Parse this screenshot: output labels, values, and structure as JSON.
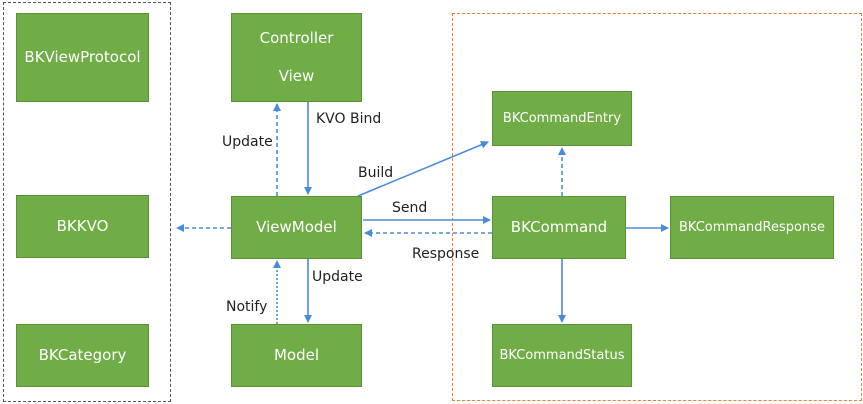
{
  "colors": {
    "node_fill": "#70AD47",
    "arrow": "#4A8BDF",
    "left_group_border": "#555555",
    "right_group_border": "#ED7D31"
  },
  "nodes": {
    "bk_view_protocol": "BKViewProtocol",
    "bkkvo": "BKKVO",
    "bk_category": "BKCategory",
    "controller_line1": "Controller",
    "controller_line2": "View",
    "view_model": "ViewModel",
    "model": "Model",
    "bk_command_entry": "BKCommandEntry",
    "bk_command": "BKCommand",
    "bk_command_response": "BKCommandResponse",
    "bk_command_status": "BKCommandStatus"
  },
  "edges": {
    "update_top": "Update",
    "kvo_bind": "KVO Bind",
    "build": "Build",
    "send": "Send",
    "response": "Response",
    "update_bottom": "Update",
    "notify": "Notify"
  }
}
